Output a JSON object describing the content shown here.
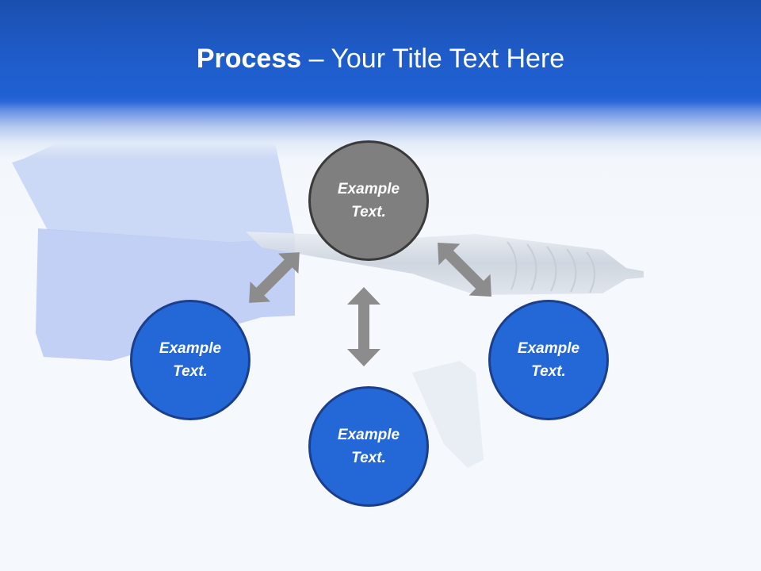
{
  "slide": {
    "title_bold": "Process",
    "title_rest": " – Your Title Text Here"
  },
  "diagram": {
    "nodes": [
      {
        "id": "top",
        "text": "Example Text.",
        "color": "#7f7f7f"
      },
      {
        "id": "left",
        "text": "Example Text.",
        "color": "#2468d8"
      },
      {
        "id": "bottom",
        "text": "Example Text.",
        "color": "#2468d8"
      },
      {
        "id": "right",
        "text": "Example Text.",
        "color": "#2468d8"
      }
    ],
    "connectors": [
      {
        "from": "top",
        "to": "left",
        "style": "double-arrow"
      },
      {
        "from": "top",
        "to": "bottom",
        "style": "double-arrow"
      },
      {
        "from": "top",
        "to": "right",
        "style": "double-arrow"
      }
    ]
  },
  "colors": {
    "header": "#1f5cc9",
    "node_blue": "#2468d8",
    "node_gray": "#7f7f7f",
    "arrow": "#8c8c8c"
  },
  "icons": [
    "dart-illustration",
    "double-arrow-icon"
  ]
}
